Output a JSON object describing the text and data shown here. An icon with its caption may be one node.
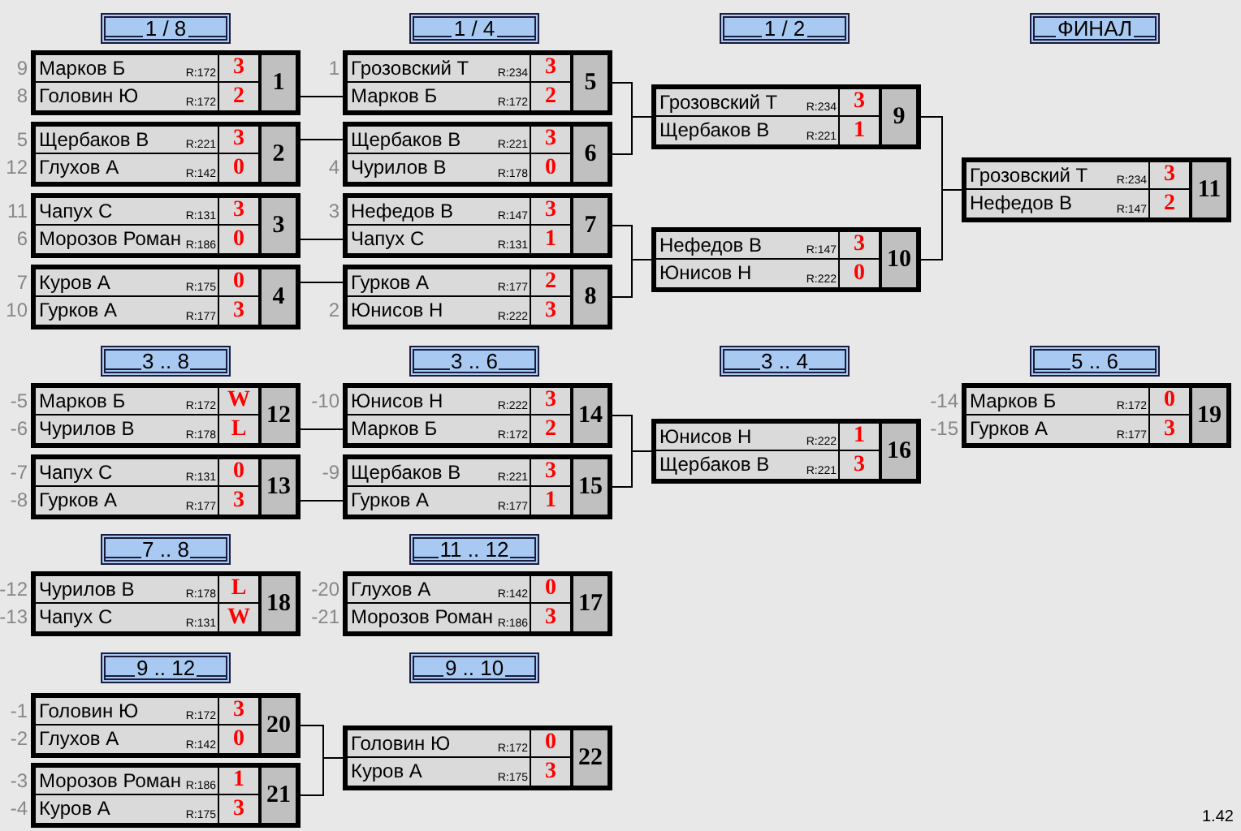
{
  "diagram": {
    "nodes": [
      {
        "text": [
          "1 / 8"
        ]
      },
      {
        "text": [
          "1 / 4"
        ]
      },
      {
        "text": [
          "1 / 2"
        ]
      },
      {
        "text": [
          "ФИНАЛ"
        ]
      },
      {
        "text": [
          "1"
        ]
      },
      {
        "text": [
          "Марков Б",
          "R:172",
          "3"
        ],
        "in": 4,
        "beside": [
          "9"
        ]
      },
      {
        "text": [
          "Головин Ю",
          "R:172",
          "2"
        ],
        "in": 4,
        "beside": [
          "8"
        ]
      },
      {
        "text": [
          "2"
        ]
      },
      {
        "text": [
          "Щербаков В",
          "R:221",
          "3"
        ],
        "in": 7,
        "beside": [
          "5"
        ]
      },
      {
        "text": [
          "Глухов А",
          "R:142",
          "0"
        ],
        "in": 7,
        "beside": [
          "12"
        ]
      },
      {
        "text": [
          "3"
        ]
      },
      {
        "text": [
          "Чапух С",
          "R:131",
          "3"
        ],
        "in": 10,
        "beside": [
          "11"
        ]
      },
      {
        "text": [
          "Морозов Роман",
          "R:186",
          "0"
        ],
        "in": 10,
        "beside": [
          "6"
        ]
      },
      {
        "text": [
          "4"
        ]
      },
      {
        "text": [
          "Куров А",
          "R:175",
          "0"
        ],
        "in": 13,
        "beside": [
          "7"
        ]
      },
      {
        "text": [
          "Гурков А",
          "R:177",
          "3"
        ],
        "in": 13,
        "beside": [
          "10"
        ]
      },
      {
        "text": [
          "5"
        ]
      },
      {
        "text": [
          "Грозовский Т",
          "R:234",
          "3"
        ],
        "in": 16,
        "beside": [
          "1"
        ]
      },
      {
        "text": [
          "Марков Б",
          "R:172",
          "2"
        ],
        "in": 16
      },
      {
        "text": [
          "6"
        ]
      },
      {
        "text": [
          "Щербаков В",
          "R:221",
          "3"
        ],
        "in": 19
      },
      {
        "text": [
          "Чурилов В",
          "R:178",
          "0"
        ],
        "in": 19,
        "beside": [
          "4"
        ]
      },
      {
        "text": [
          "7"
        ]
      },
      {
        "text": [
          "Нефедов В",
          "R:147",
          "3"
        ],
        "in": 22,
        "beside": [
          "3"
        ]
      },
      {
        "text": [
          "Чапух С",
          "R:131",
          "1"
        ],
        "in": 22
      },
      {
        "text": [
          "8"
        ]
      },
      {
        "text": [
          "Гурков А",
          "R:177",
          "2"
        ],
        "in": 25
      },
      {
        "text": [
          "Юнисов Н",
          "R:222",
          "3"
        ],
        "in": 25,
        "beside": [
          "2"
        ]
      },
      {
        "text": [
          "9"
        ]
      },
      {
        "text": [
          "Грозовский Т",
          "R:234",
          "3"
        ],
        "in": 28
      },
      {
        "text": [
          "Щербаков В",
          "R:221",
          "1"
        ],
        "in": 28
      },
      {
        "text": [
          "10"
        ]
      },
      {
        "text": [
          "Нефедов В",
          "R:147",
          "3"
        ],
        "in": 31
      },
      {
        "text": [
          "Юнисов Н",
          "R:222",
          "0"
        ],
        "in": 31
      },
      {
        "text": [
          "11"
        ]
      },
      {
        "text": [
          "Грозовский Т",
          "R:234",
          "3"
        ],
        "in": 34
      },
      {
        "text": [
          "Нефедов В",
          "R:147",
          "2"
        ],
        "in": 34
      },
      {
        "text": [
          "3 .. 8"
        ]
      },
      {
        "text": [
          "3 .. 6"
        ]
      },
      {
        "text": [
          "3 .. 4"
        ]
      },
      {
        "text": [
          "5 .. 6"
        ]
      },
      {
        "text": [
          "12"
        ]
      },
      {
        "text": [
          "Марков Б",
          "R:172",
          "W"
        ],
        "in": 41,
        "beside": [
          "-5"
        ]
      },
      {
        "text": [
          "Чурилов В",
          "R:178",
          "L"
        ],
        "in": 41,
        "beside": [
          "-6"
        ]
      },
      {
        "text": [
          "13"
        ]
      },
      {
        "text": [
          "Чапух С",
          "R:131",
          "0"
        ],
        "in": 44,
        "beside": [
          "-7"
        ]
      },
      {
        "text": [
          "Гурков А",
          "R:177",
          "3"
        ],
        "in": 44,
        "beside": [
          "-8"
        ]
      },
      {
        "text": [
          "14"
        ]
      },
      {
        "text": [
          "Юнисов Н",
          "R:222",
          "3"
        ],
        "in": 47,
        "beside": [
          "-10"
        ]
      },
      {
        "text": [
          "Марков Б",
          "R:172",
          "2"
        ],
        "in": 47
      },
      {
        "text": [
          "15"
        ]
      },
      {
        "text": [
          "Щербаков В",
          "R:221",
          "3"
        ],
        "in": 50,
        "beside": [
          "-9"
        ]
      },
      {
        "text": [
          "Гурков А",
          "R:177",
          "1"
        ],
        "in": 50
      },
      {
        "text": [
          "16"
        ]
      },
      {
        "text": [
          "Юнисов Н",
          "R:222",
          "1"
        ],
        "in": 53
      },
      {
        "text": [
          "Щербаков В",
          "R:221",
          "3"
        ],
        "in": 53
      },
      {
        "text": [
          "19"
        ]
      },
      {
        "text": [
          "Марков Б",
          "R:172",
          "0"
        ],
        "in": 56,
        "beside": [
          "-14"
        ]
      },
      {
        "text": [
          "Гурков А",
          "R:177",
          "3"
        ],
        "in": 56,
        "beside": [
          "-15"
        ]
      },
      {
        "text": [
          "7 .. 8"
        ]
      },
      {
        "text": [
          "11 .. 12"
        ]
      },
      {
        "text": [
          "18"
        ]
      },
      {
        "text": [
          "Чурилов В",
          "R:178",
          "L"
        ],
        "in": 61,
        "beside": [
          "-12"
        ]
      },
      {
        "text": [
          "Чапух С",
          "R:131",
          "W"
        ],
        "in": 61,
        "beside": [
          "-13"
        ]
      },
      {
        "text": [
          "17"
        ]
      },
      {
        "text": [
          "Глухов А",
          "R:142",
          "0"
        ],
        "in": 64,
        "beside": [
          "-20"
        ]
      },
      {
        "text": [
          "Морозов Роман",
          "R:186",
          "3"
        ],
        "in": 64,
        "beside": [
          "-21"
        ]
      },
      {
        "text": [
          "9 .. 12"
        ]
      },
      {
        "text": [
          "9 .. 10"
        ]
      },
      {
        "text": [
          "20"
        ]
      },
      {
        "text": [
          "Головин Ю",
          "R:172",
          "3"
        ],
        "in": 69,
        "beside": [
          "-1"
        ]
      },
      {
        "text": [
          "Глухов А",
          "R:142",
          "0"
        ],
        "in": 69,
        "beside": [
          "-2"
        ]
      },
      {
        "text": [
          "21"
        ]
      },
      {
        "text": [
          "Морозов Роман",
          "R:186",
          "1"
        ],
        "in": 72,
        "beside": [
          "-3"
        ]
      },
      {
        "text": [
          "Куров А",
          "R:175",
          "3"
        ],
        "in": 72,
        "beside": [
          "-4"
        ]
      },
      {
        "text": [
          "22"
        ]
      },
      {
        "text": [
          "Головин Ю",
          "R:172",
          "0"
        ],
        "in": 75
      },
      {
        "text": [
          "Куров А",
          "R:175",
          "3"
        ],
        "in": 75
      }
    ],
    "edges": [
      {
        "from": 4,
        "to": 18,
        "arrow": "none"
      },
      {
        "from": 7,
        "to": 20,
        "arrow": "none"
      },
      {
        "from": 10,
        "to": 24,
        "arrow": "none"
      },
      {
        "from": 13,
        "to": 26,
        "arrow": "none"
      },
      {
        "from": 16,
        "to": 28,
        "arrow": "none"
      },
      {
        "from": 19,
        "to": 28,
        "arrow": "none"
      },
      {
        "from": 22,
        "to": 31,
        "arrow": "none"
      },
      {
        "from": 25,
        "to": 31,
        "arrow": "none"
      },
      {
        "from": 28,
        "to": 34,
        "arrow": "none"
      },
      {
        "from": 31,
        "to": 34,
        "arrow": "none"
      },
      {
        "from": 41,
        "to": 49,
        "arrow": "none"
      },
      {
        "from": 44,
        "to": 52,
        "arrow": "none"
      },
      {
        "from": 47,
        "to": 53,
        "arrow": "none"
      },
      {
        "from": 50,
        "to": 53,
        "arrow": "none"
      },
      {
        "from": 69,
        "to": 75,
        "arrow": "none"
      },
      {
        "from": 72,
        "to": 75,
        "arrow": "none"
      }
    ],
    "labels": [
      "1.42"
    ]
  }
}
